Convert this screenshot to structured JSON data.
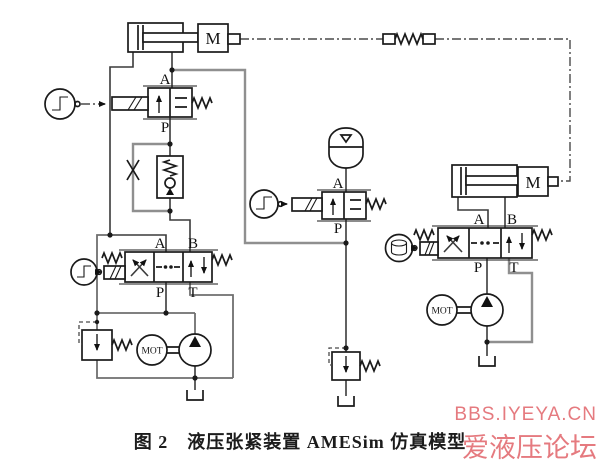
{
  "figure": {
    "caption": "图 2　液压张紧装置 AMESim 仿真模型",
    "watermark": {
      "line1": "BBS.IYEYA.CN",
      "line2": "爱液压论坛",
      "color": "#e2686e"
    },
    "labels": {
      "port_a": "A",
      "port_b": "B",
      "port_p": "P",
      "port_t": "T",
      "mass": "M",
      "motor": "MOT"
    },
    "colors": {
      "background": "#ffffff",
      "line": "#3a3a3a",
      "line_gray": "#8f8f8f",
      "caption": "#1c1c1c"
    },
    "components": [
      "hydraulic-cylinder",
      "mass-block",
      "mechanical-spring-coupling",
      "step-signal-source",
      "data-signal-source",
      "2-2-directional-valve",
      "4-3-directional-valve",
      "check-valve",
      "throttle-valve",
      "accumulator",
      "pilot-relief-valve",
      "fixed-displacement-pump",
      "electric-motor-MOT",
      "tank"
    ]
  }
}
